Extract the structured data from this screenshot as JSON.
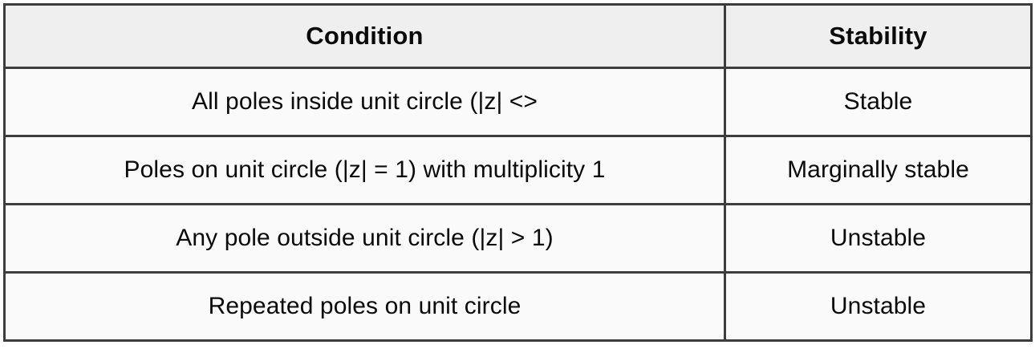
{
  "table": {
    "caption": "",
    "columns": [
      {
        "key": "condition",
        "label": "Condition"
      },
      {
        "key": "stability",
        "label": "Stability"
      }
    ],
    "rows": [
      {
        "condition": "All poles inside unit circle (|z| <>",
        "stability": "Stable"
      },
      {
        "condition": "Poles on unit circle (|z| = 1) with multiplicity 1",
        "stability": "Marginally stable"
      },
      {
        "condition": "Any pole outside unit circle (|z| > 1)",
        "stability": "Unstable"
      },
      {
        "condition": "Repeated poles on unit circle",
        "stability": "Unstable"
      }
    ]
  },
  "colors": {
    "border": "#3d3d3d",
    "header_background": "#efefef",
    "cell_background": "#fafafa",
    "text": "#0a0a0a",
    "page_background": "#ffffff"
  }
}
